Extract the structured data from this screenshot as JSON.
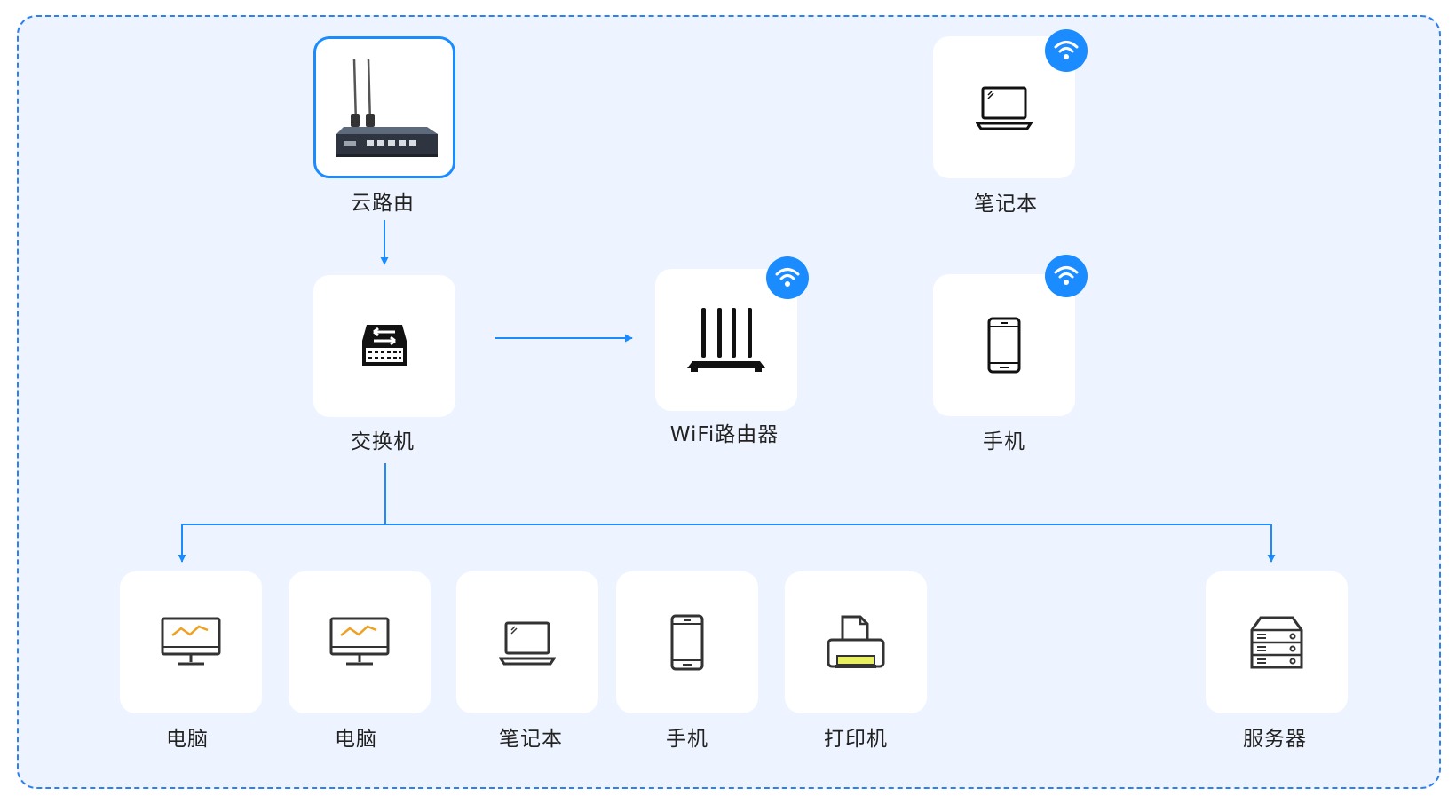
{
  "diagram": {
    "colors": {
      "accent": "#1a8cff",
      "frame": "#2f80ed",
      "background": "#eef4ff",
      "card": "#ffffff",
      "screen_line": "#f0a020",
      "printer_slot": "#e8f060"
    },
    "cloud_router": {
      "label": "云路由",
      "icon": "cloud-router-photo",
      "selected": true
    },
    "switch": {
      "label": "交换机",
      "icon": "switch-icon"
    },
    "wifi_router": {
      "label": "WiFi路由器",
      "icon": "wifi-router-icon",
      "badge": "wifi-icon"
    },
    "wireless_devices": [
      {
        "label": "笔记本",
        "icon": "laptop-icon",
        "badge": "wifi-icon"
      },
      {
        "label": "手机",
        "icon": "phone-icon",
        "badge": "wifi-icon"
      }
    ],
    "wired_devices": [
      {
        "label": "电脑",
        "icon": "monitor-icon"
      },
      {
        "label": "电脑",
        "icon": "monitor-icon"
      },
      {
        "label": "笔记本",
        "icon": "laptop-icon"
      },
      {
        "label": "手机",
        "icon": "phone-icon"
      },
      {
        "label": "打印机",
        "icon": "printer-icon"
      },
      {
        "label": "服务器",
        "icon": "server-icon"
      }
    ]
  }
}
